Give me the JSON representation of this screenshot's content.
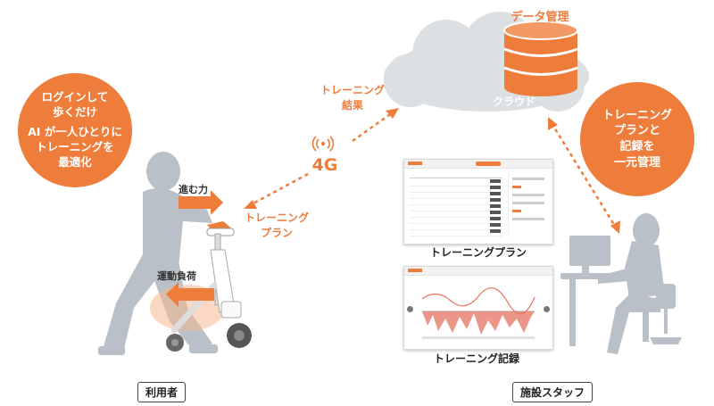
{
  "data_management_label": "データ管理",
  "cloud_label": "クラウド",
  "training_result_label": [
    "トレーニング",
    "結果"
  ],
  "network_label": "4G",
  "training_plan_label": [
    "トレーニング",
    "プラン"
  ],
  "user_bubble_lines": [
    "ログインして",
    "歩くだけ",
    "AI が一人ひとりに",
    "トレーニングを",
    "最適化"
  ],
  "staff_bubble_lines": [
    "トレーニング",
    "プランと",
    "記録を",
    "一元管理"
  ],
  "push_force_label": "進む力",
  "exercise_load_label": "運動負荷",
  "plan_screen_caption": "トレーニングプラン",
  "record_screen_caption": "トレーニング記録",
  "user_caption": "利用者",
  "staff_caption": "施設スタッフ",
  "colors": {
    "accent": "#ee7d3b",
    "silhouette": "#b9c0c7",
    "cloud": "#dde0e3",
    "text_dark": "#222222"
  },
  "icons": [
    "cloud-icon",
    "database-icon",
    "signal-icon",
    "arrow-icon",
    "walker-robot-icon",
    "person-silhouette-icon",
    "staff-silhouette-icon",
    "chart-icon"
  ]
}
